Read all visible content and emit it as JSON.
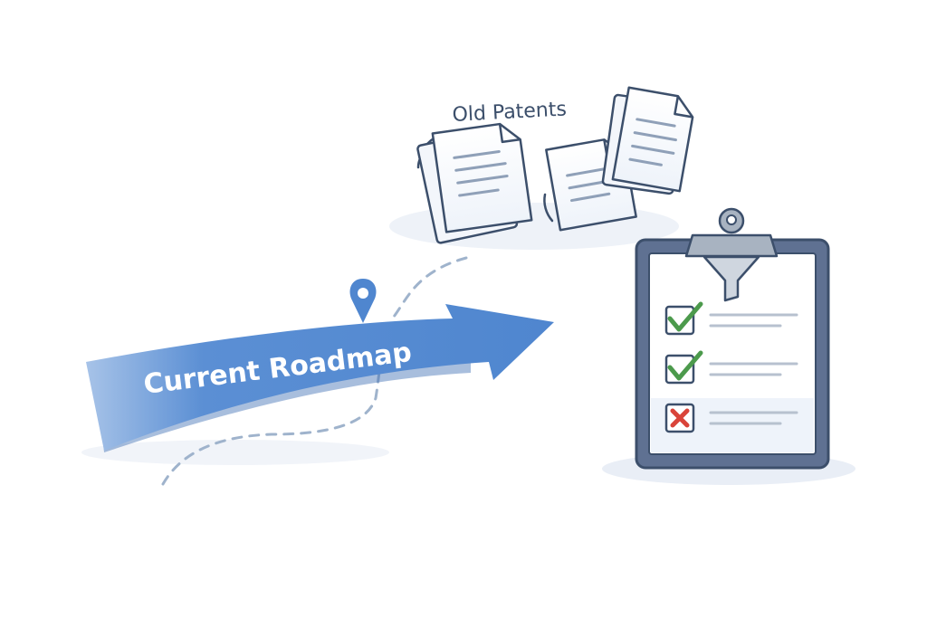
{
  "labels": {
    "old_patents": "Old Patents",
    "current_roadmap": "Current Roadmap"
  },
  "checklist": {
    "items": [
      {
        "status": "check"
      },
      {
        "status": "check"
      },
      {
        "status": "cross"
      }
    ]
  },
  "icons": {
    "location": "map-pin-icon",
    "filter": "funnel-icon",
    "check": "check-icon",
    "cross": "cross-icon"
  },
  "colors": {
    "arrow_blue": "#4f86cf",
    "outline": "#3c4f6b",
    "line_gray": "#b7c1cf",
    "check_green": "#4c9a4c",
    "cross_red": "#d9443a",
    "clipboard_frame": "#5f7192",
    "clip_gray": "#a8b3c1",
    "shadow": "#e9eef6"
  }
}
